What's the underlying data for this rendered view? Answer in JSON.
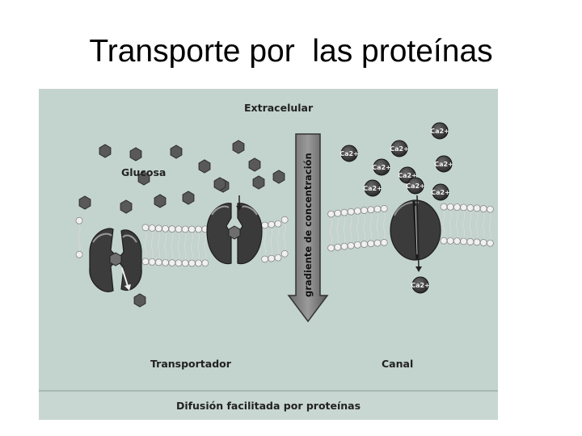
{
  "slide": {
    "title": "Transporte por  las proteínas"
  },
  "figure": {
    "extracellular_label": "Extracelular",
    "glucose_label": "Glucosa",
    "gradient_label": "gradiente de concentración",
    "transporter_label": "Transportador",
    "channel_label": "Canal",
    "caption": "Difusión facilitada por proteínas",
    "ion_label": "Ca",
    "ion_charge": "2+",
    "colors": {
      "background": "#c3d3ce",
      "protein": "#3c3c3c",
      "glucose": "#595959",
      "ion": "#2f2f2f",
      "lipid_head": "#f0f0f0"
    }
  }
}
